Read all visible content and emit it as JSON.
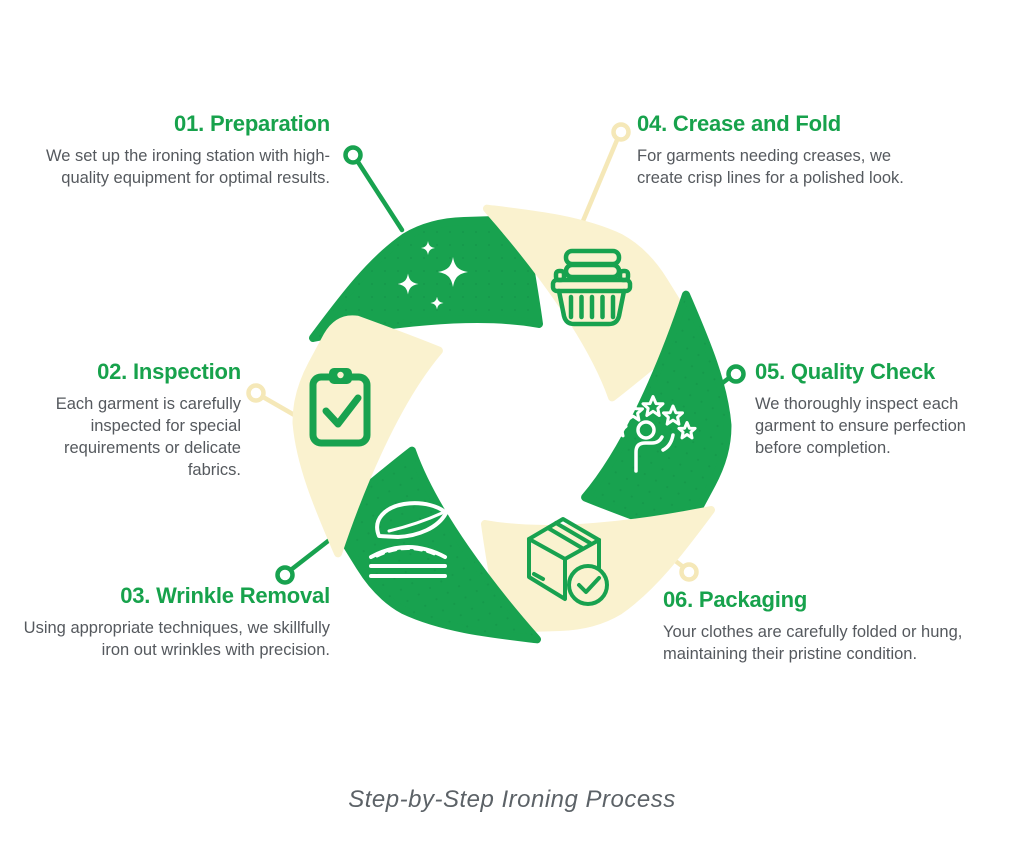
{
  "infographic": {
    "caption": "Step-by-Step Ironing Process"
  },
  "colors": {
    "green": "#18A24F",
    "cream": "#FAF2CF",
    "connector_cream": "#F5E8B8",
    "body_text_gray": "#55595E",
    "caption_gray": "#5C6267"
  },
  "steps": [
    {
      "id": "01",
      "title": "01. Preparation",
      "description": "We set up the ironing station with high-quality equipment for optimal results.",
      "icon": "sparkles-icon",
      "segment_color": "#18A24F"
    },
    {
      "id": "02",
      "title": "02. Inspection",
      "description": "Each garment is carefully inspected for special requirements or delicate fabrics.",
      "icon": "clipboard-check-icon",
      "segment_color": "#FAF2CF"
    },
    {
      "id": "03",
      "title": "03. Wrinkle Removal",
      "description": "Using appropriate techniques, we skillfully iron out wrinkles with precision.",
      "icon": "leaf-fabric-icon",
      "segment_color": "#18A24F"
    },
    {
      "id": "04",
      "title": "04. Crease and Fold",
      "description": "For garments needing creases, we create crisp lines for a polished look.",
      "icon": "laundry-basket-icon",
      "segment_color": "#FAF2CF"
    },
    {
      "id": "05",
      "title": "05. Quality Check",
      "description": "We thoroughly inspect each garment to ensure perfection before completion.",
      "icon": "star-person-icon",
      "segment_color": "#18A24F"
    },
    {
      "id": "06",
      "title": "06. Packaging",
      "description": "Your clothes are carefully folded or hung, maintaining their pristine condition.",
      "icon": "package-check-icon",
      "segment_color": "#FAF2CF"
    }
  ]
}
